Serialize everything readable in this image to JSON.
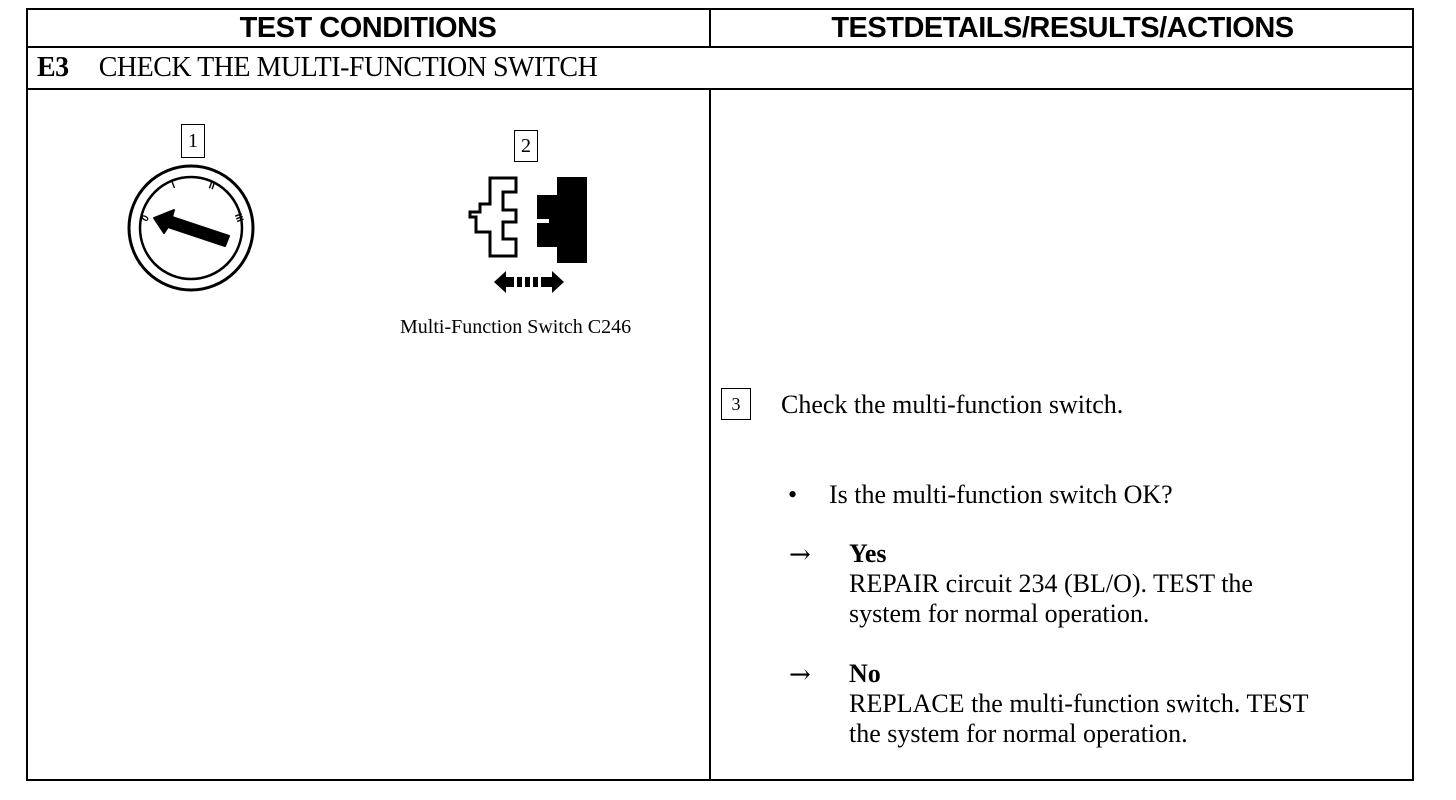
{
  "header": {
    "left": "TEST CONDITIONS",
    "right": "TESTDETAILS/RESULTS/ACTIONS"
  },
  "step": {
    "code": "E3",
    "title": "CHECK THE MULTI-FUNCTION SWITCH"
  },
  "figures": {
    "fig1": {
      "number": "1",
      "icon": "ignition-key-icon",
      "positions": [
        "0",
        "I",
        "II",
        "III"
      ]
    },
    "fig2": {
      "number": "2",
      "icon": "connector-disconnect-icon",
      "caption": "Multi-Function Switch C246"
    }
  },
  "details": {
    "step_number": "3",
    "instruction": "Check the multi-function switch.",
    "bullet": "•",
    "question": "Is the multi-function switch OK?",
    "arrow": "→",
    "answers": [
      {
        "label": "Yes",
        "text": "REPAIR circuit 234 (BL/O). TEST the\nsystem for normal operation."
      },
      {
        "label": "No",
        "text": "REPLACE the multi-function switch. TEST\n the system for normal operation."
      }
    ]
  }
}
